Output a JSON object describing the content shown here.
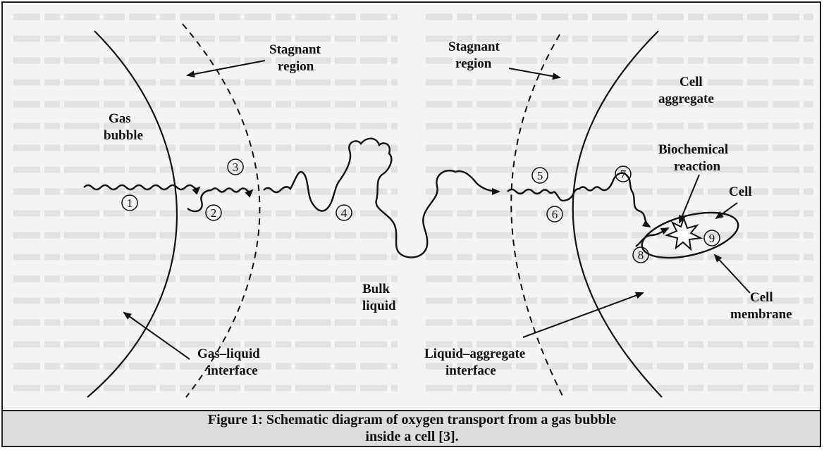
{
  "labels": {
    "gas_bubble": [
      "Gas",
      "bubble"
    ],
    "stagnant_left": [
      "Stagnant",
      "region"
    ],
    "stagnant_right": [
      "Stagnant",
      "region"
    ],
    "cell_aggregate": [
      "Cell",
      "aggregate"
    ],
    "biochemical_reaction": [
      "Biochemical",
      "reaction"
    ],
    "cell": "Cell",
    "cell_membrane": [
      "Cell",
      "membrane"
    ],
    "bulk_liquid": [
      "Bulk",
      "liquid"
    ],
    "gas_liquid_interface": [
      "Gas–liquid",
      "interface"
    ],
    "liquid_aggregate_interface": [
      "Liquid–aggregate",
      "interface"
    ]
  },
  "steps": [
    "1",
    "2",
    "3",
    "4",
    "5",
    "6",
    "7",
    "8",
    "9"
  ],
  "caption": {
    "line1": "Figure 1: Schematic diagram of oxygen transport from a gas bubble",
    "line2": "inside a    cell [3]."
  },
  "colors": {
    "ink": "#111111",
    "caption_bg": "#dcdcdc",
    "paper": "#f4f4f2"
  }
}
